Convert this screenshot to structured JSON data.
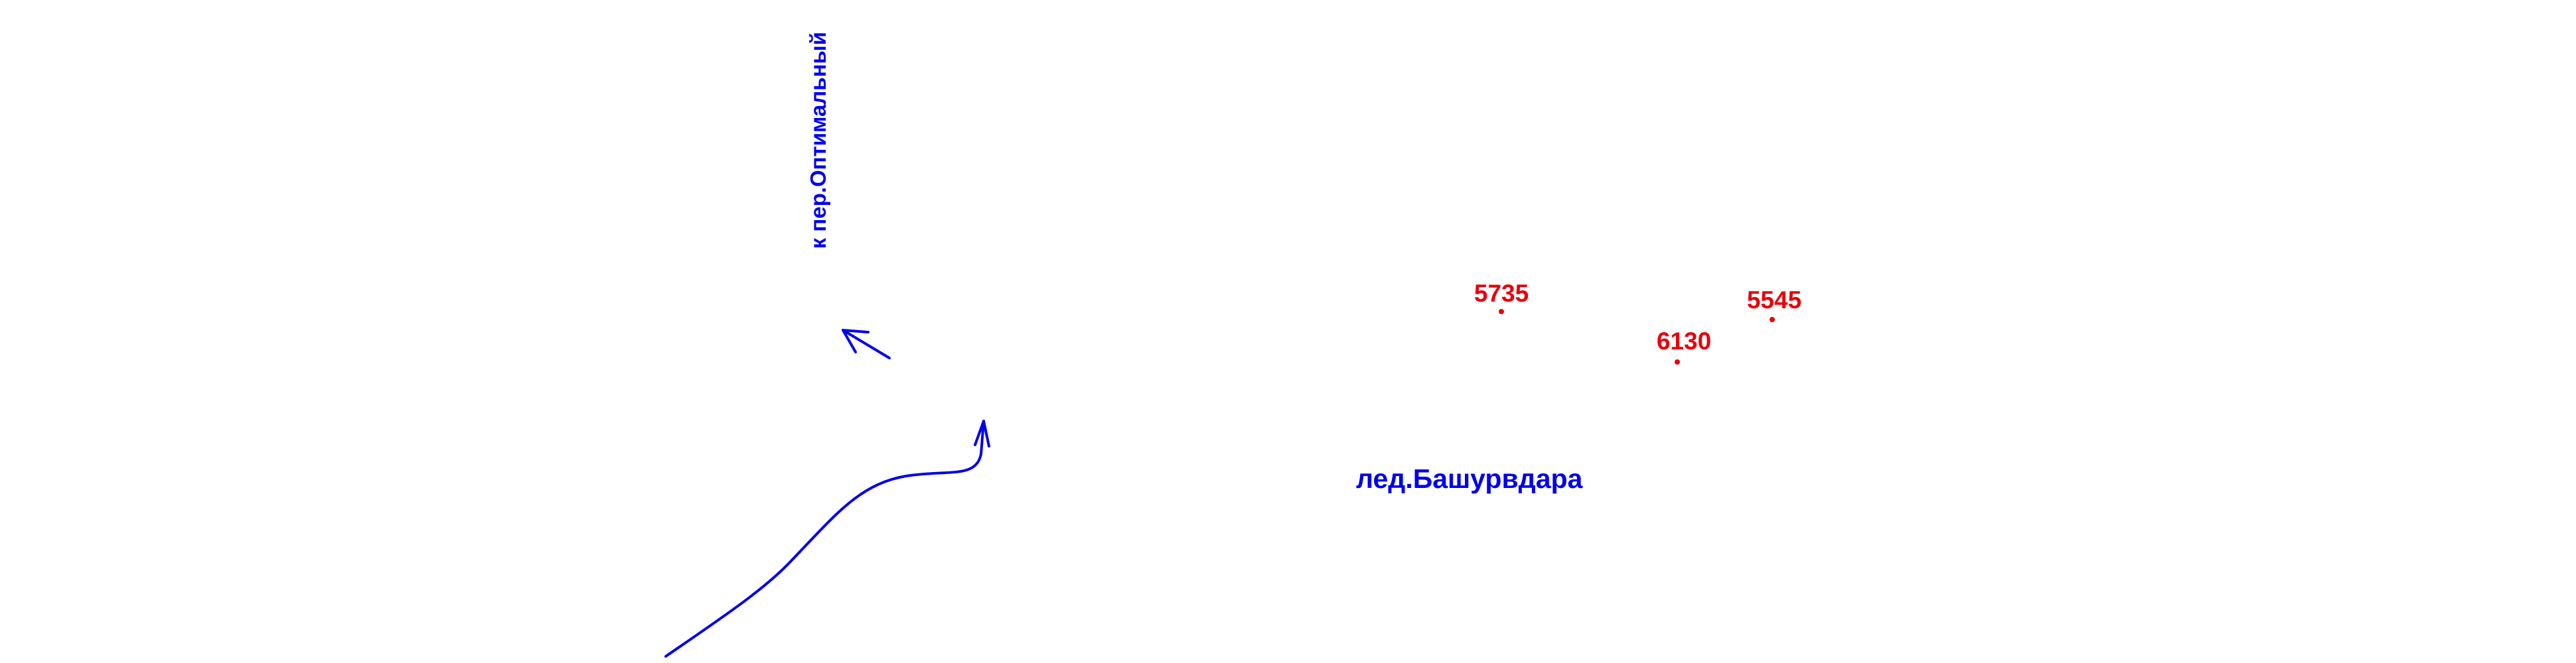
{
  "colors": {
    "route": "#0000ee",
    "peak": "#e8000b",
    "background": "#ffffff"
  },
  "labels": {
    "pass_direction": "к пер.Оптимальный",
    "glacier": "лед.Башурвдара"
  },
  "peaks": [
    {
      "name": "peak-5735",
      "height": "5735"
    },
    {
      "name": "peak-6130",
      "height": "6130"
    },
    {
      "name": "peak-5545",
      "height": "5545"
    }
  ],
  "icons": {
    "route_arrow": "arrow-icon",
    "peak_marker": "dot-icon"
  }
}
